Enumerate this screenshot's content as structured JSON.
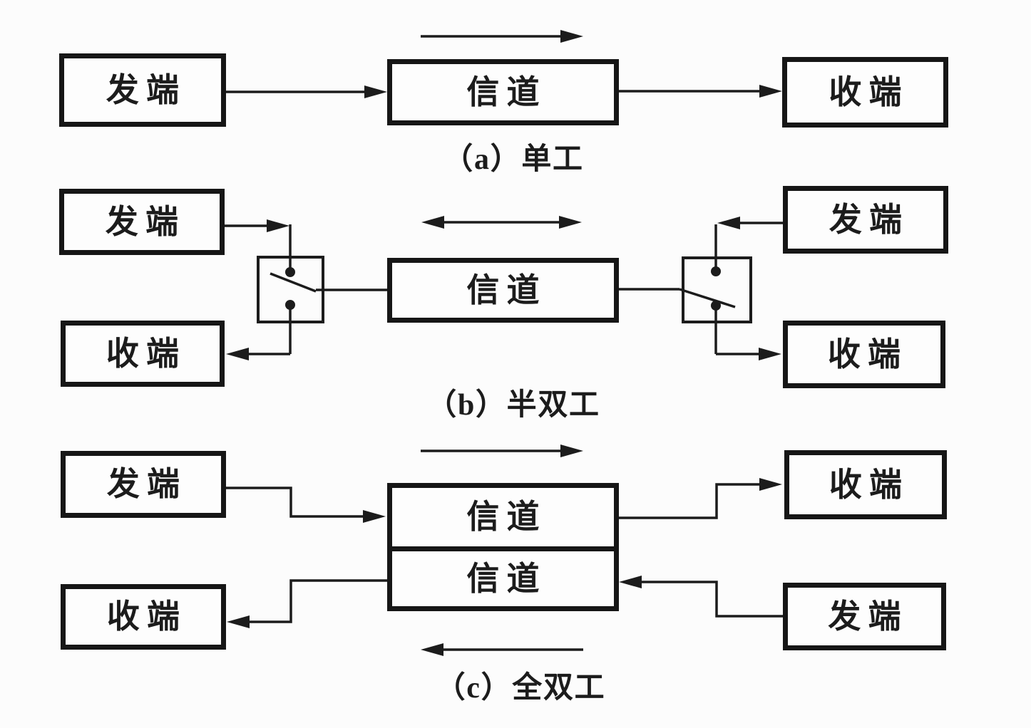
{
  "figure": {
    "colors": {
      "background": "#fcfcfc",
      "line": "#1c1c1c"
    },
    "sections": {
      "a": {
        "caption": "（a）单工",
        "nodes": {
          "sender": "发端",
          "channel": "信道",
          "receiver": "收端"
        }
      },
      "b": {
        "caption": "（b）半双工",
        "nodes": {
          "sender_left": "发端",
          "receiver_left": "收端",
          "channel": "信道",
          "sender_right": "发端",
          "receiver_right": "收端"
        }
      },
      "c": {
        "caption": "（c）全双工",
        "nodes": {
          "sender_left": "发端",
          "receiver_left": "收端",
          "channel_forward": "信道",
          "channel_reverse": "信道",
          "receiver_right": "收端",
          "sender_right": "发端"
        }
      }
    }
  }
}
